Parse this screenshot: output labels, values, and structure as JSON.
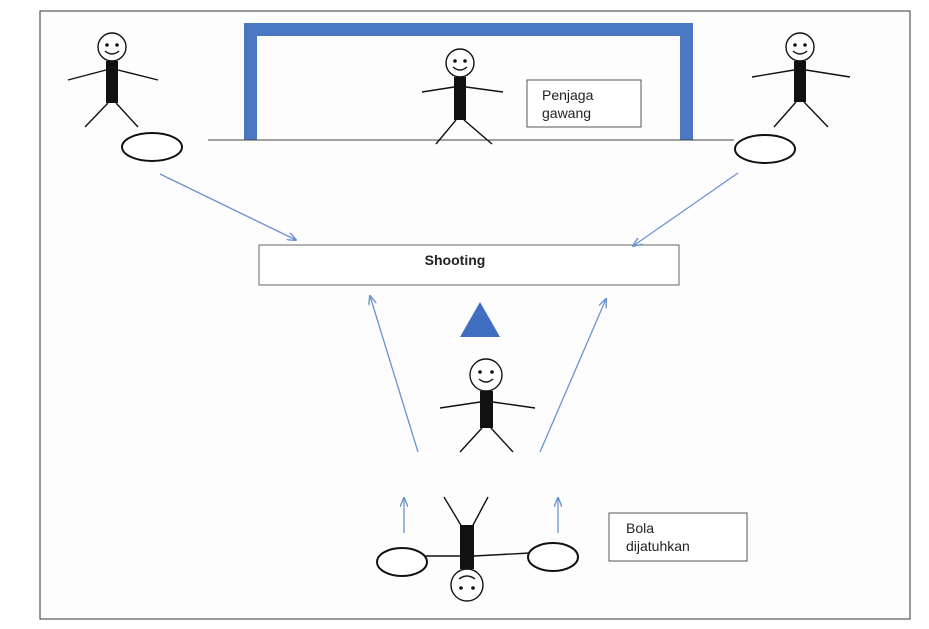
{
  "labels": {
    "goalkeeper": [
      "Penjaga",
      "gawang"
    ],
    "shooting": "Shooting",
    "ball_drop": [
      "Bola",
      "dijatuhkan"
    ]
  },
  "colors": {
    "goal": "#4a78c2",
    "arrow": "#6a93cf",
    "triangle": "#3f6fc0",
    "figure": "#111111",
    "frame": "#555555"
  }
}
